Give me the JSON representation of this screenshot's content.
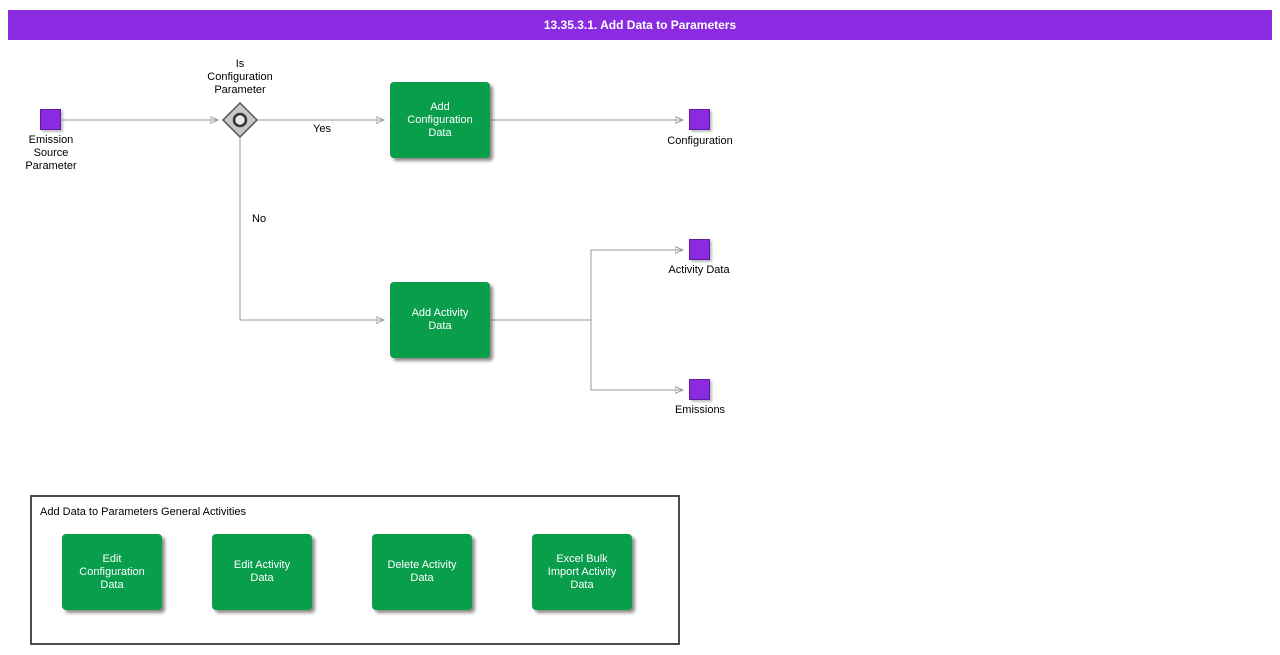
{
  "header": {
    "title": "13.35.3.1. Add Data to Parameters"
  },
  "colors": {
    "header_bg": "#8A2BE2",
    "event_purple": "#8A2BE2",
    "task_green": "#089E4C",
    "connector_gray": "#999999"
  },
  "flow": {
    "start_event": {
      "label": "Emission\nSource\nParameter"
    },
    "gateway": {
      "label": "Is\nConfiguration\nParameter"
    },
    "yes_label": "Yes",
    "no_label": "No",
    "task_add_configuration": {
      "label": "Add\nConfiguration\nData"
    },
    "task_add_activity": {
      "label": "Add Activity\nData"
    },
    "end_configuration": {
      "label": "Configuration"
    },
    "end_activity_data": {
      "label": "Activity Data"
    },
    "end_emissions": {
      "label": "Emissions"
    }
  },
  "panel": {
    "title": "Add Data to Parameters General Activities",
    "buttons": [
      {
        "label": "Edit\nConfiguration\nData"
      },
      {
        "label": "Edit Activity\nData"
      },
      {
        "label": "Delete Activity\nData"
      },
      {
        "label": "Excel Bulk\nImport Activity\nData"
      }
    ]
  }
}
